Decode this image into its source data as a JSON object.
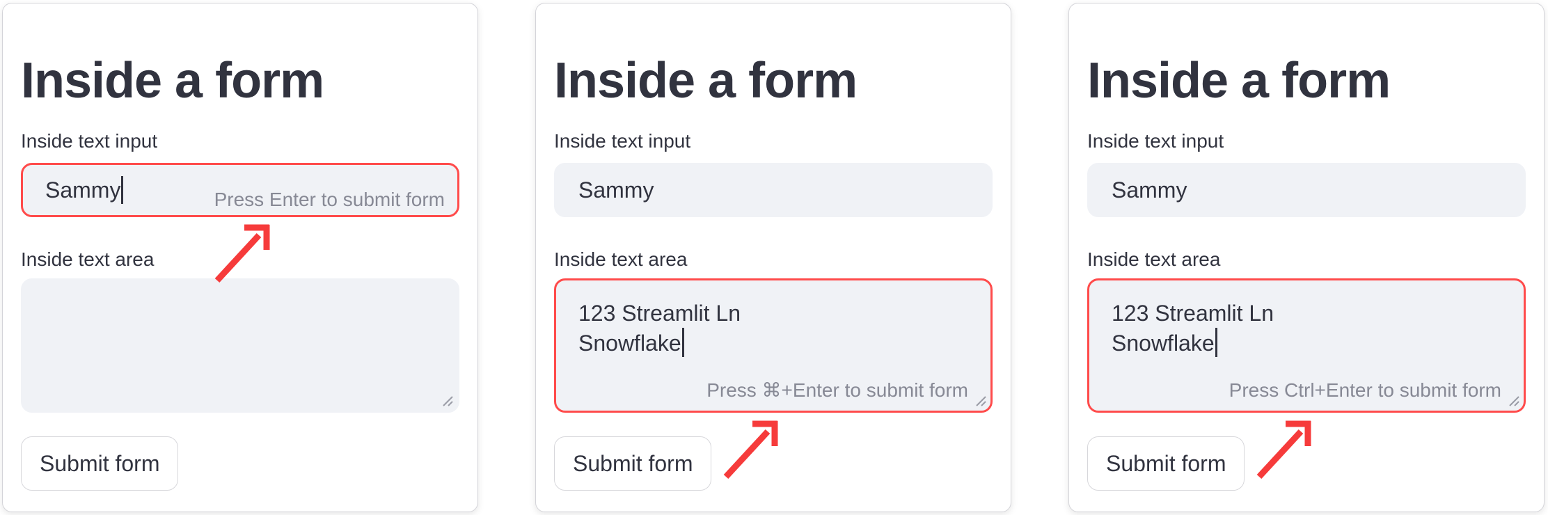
{
  "theme": {
    "primary_red": "#ff4b4b",
    "arrow_red": "#f63b3b",
    "text_color": "#31333f",
    "hint_color": "#878995",
    "input_background": "#f0f2f6",
    "card_background": "#ffffff",
    "card_border": "#d4d4d9"
  },
  "cards": [
    {
      "title": "Inside a form",
      "text_input": {
        "label": "Inside text input",
        "value": "Sammy",
        "focused": true,
        "hint": "Press Enter to submit form"
      },
      "text_area": {
        "label": "Inside text area",
        "lines": [],
        "focused": false,
        "hint": ""
      },
      "submit_label": "Submit form"
    },
    {
      "title": "Inside a form",
      "text_input": {
        "label": "Inside text input",
        "value": "Sammy",
        "focused": false,
        "hint": ""
      },
      "text_area": {
        "label": "Inside text area",
        "lines": [
          "123 Streamlit Ln",
          "Snowflake"
        ],
        "focused": true,
        "hint": "Press ⌘+Enter to submit form"
      },
      "submit_label": "Submit form"
    },
    {
      "title": "Inside a form",
      "text_input": {
        "label": "Inside text input",
        "value": "Sammy",
        "focused": false,
        "hint": ""
      },
      "text_area": {
        "label": "Inside text area",
        "lines": [
          "123 Streamlit Ln",
          "Snowflake"
        ],
        "focused": true,
        "hint": "Press Ctrl+Enter to submit form"
      },
      "submit_label": "Submit form"
    }
  ]
}
